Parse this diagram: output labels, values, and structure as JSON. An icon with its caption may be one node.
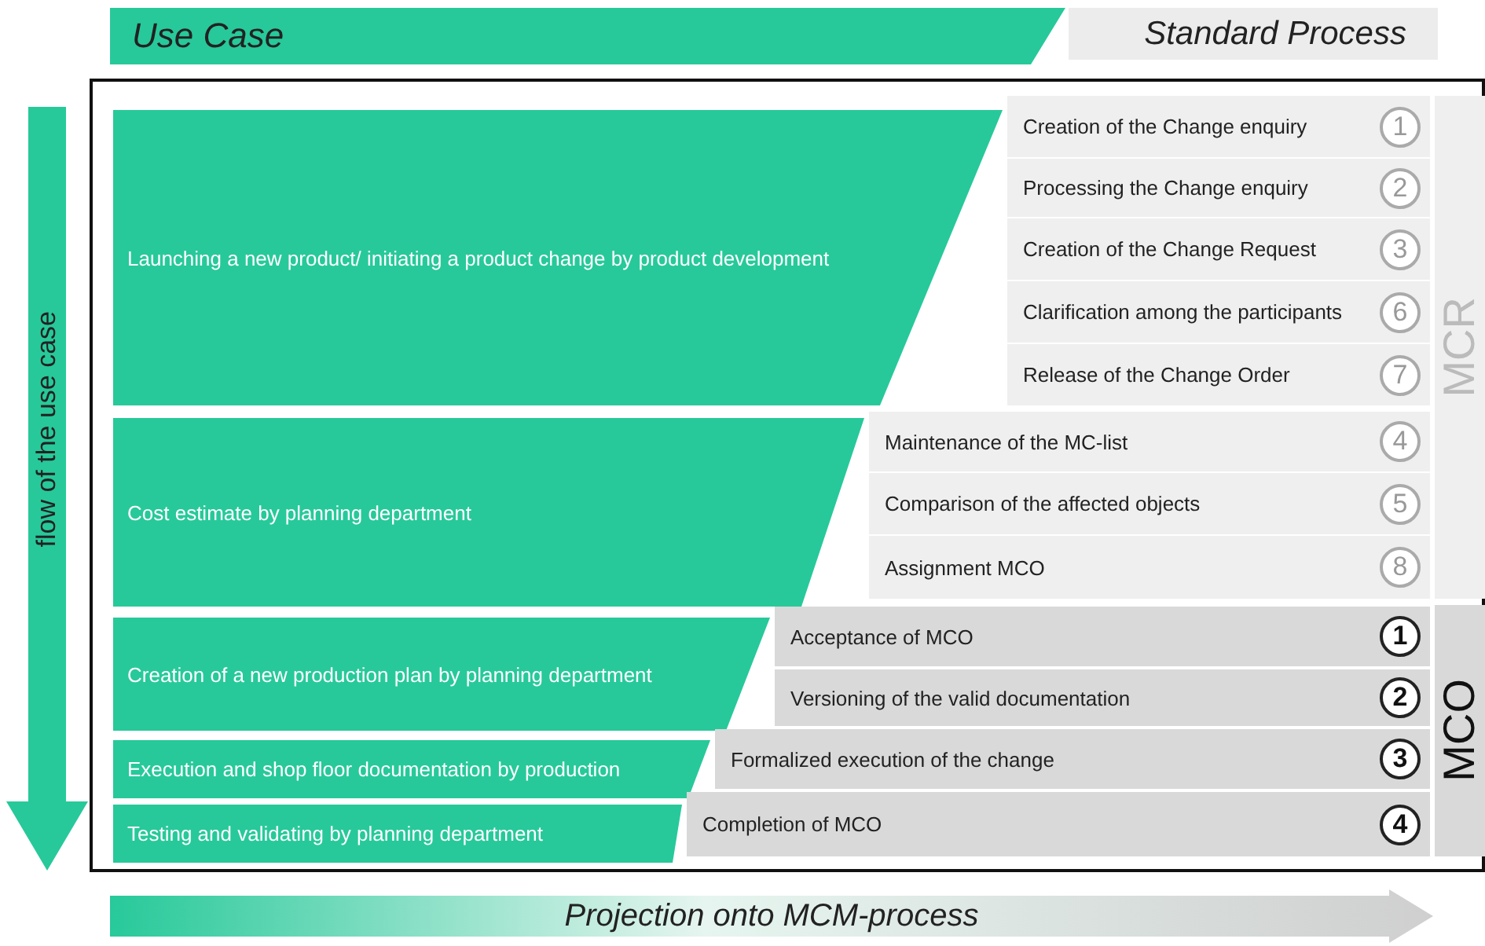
{
  "diagram": {
    "nodes": [
      {
        "text": [
          "Use Case"
        ]
      },
      {
        "text": [
          "Standard Process"
        ]
      },
      {
        "text": [
          "flow of the use case"
        ]
      },
      {
        "text": [
          "Launching a new product/ initiating a product change by product development"
        ]
      },
      {
        "text": [
          "Cost estimate by planning department"
        ]
      },
      {
        "text": [
          "Creation of a new production plan by planning department"
        ]
      },
      {
        "text": [
          "Execution and shop floor documentation by production"
        ]
      },
      {
        "text": [
          "Testing and validating by planning department"
        ]
      },
      {
        "text": [
          "Creation of the Change enquiry",
          "1"
        ]
      },
      {
        "text": [
          "Processing the Change enquiry",
          "2"
        ]
      },
      {
        "text": [
          "Creation of the Change Request",
          "3"
        ]
      },
      {
        "text": [
          "Clarification among the participants",
          "6"
        ]
      },
      {
        "text": [
          "Release of the Change Order",
          "7"
        ]
      },
      {
        "text": [
          "Maintenance of the MC-list",
          "4"
        ]
      },
      {
        "text": [
          "Comparison of the affected objects",
          "5"
        ]
      },
      {
        "text": [
          "Assignment MCO",
          "8"
        ]
      },
      {
        "text": [
          "Acceptance of MCO",
          "1"
        ]
      },
      {
        "text": [
          "Versioning of the valid documentation",
          "2"
        ]
      },
      {
        "text": [
          "Formalized execution of the change",
          "3"
        ]
      },
      {
        "text": [
          "Completion of MCO",
          "4"
        ]
      },
      {
        "text": [
          "MCR"
        ]
      },
      {
        "text": [
          "MCO"
        ]
      },
      {
        "text": [
          "Projection onto MCM-process"
        ]
      }
    ]
  }
}
